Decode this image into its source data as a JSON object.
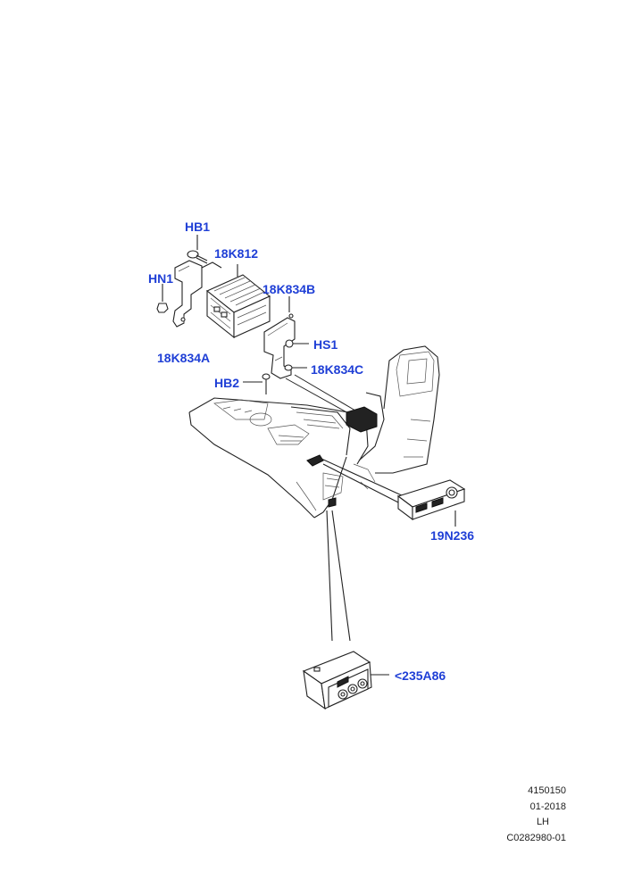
{
  "callouts": {
    "hb1": "HB1",
    "k812": "18K812",
    "hn1": "HN1",
    "k834b": "18K834B",
    "hs1": "HS1",
    "k834a": "18K834A",
    "k834c": "18K834C",
    "hb2": "HB2",
    "n236": "19N236",
    "a86": "<235A86"
  },
  "footer": {
    "code": "4150150",
    "date": "01-2018",
    "side": "LH",
    "ref": "C0282980-01"
  },
  "colors": {
    "callout": "#1f3fd6",
    "line": "#222222"
  }
}
